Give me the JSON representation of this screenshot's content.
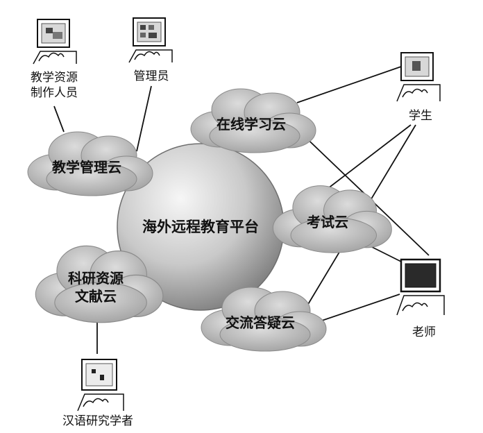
{
  "center": {
    "label": "海外远程教育平台"
  },
  "clouds": {
    "online_learning": {
      "label": "在线学习云"
    },
    "teaching_mgmt": {
      "label": "教学管理云"
    },
    "exam": {
      "label": "考试云"
    },
    "research": {
      "label_line1": "科研资源",
      "label_line2": "文献云"
    },
    "qa": {
      "label": "交流答疑云"
    }
  },
  "people": {
    "producers": {
      "label_line1": "教学资源",
      "label_line2": "制作人员"
    },
    "admin": {
      "label": "管理员"
    },
    "student": {
      "label": "学生"
    },
    "teacher": {
      "label": "老师"
    },
    "researcher": {
      "label": "汉语研究学者"
    }
  },
  "colors": {
    "cloud_fill": "#bdbdbd",
    "cloud_edge": "#8a8a8a",
    "sphere_light": "#f4f4f4",
    "sphere_dark": "#8c8c8c",
    "line": "#111111"
  }
}
